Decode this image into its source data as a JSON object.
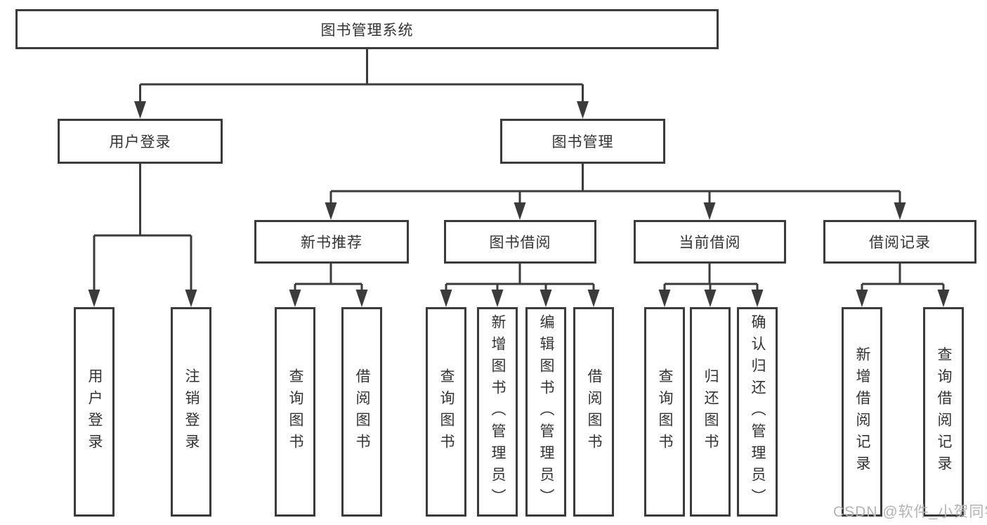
{
  "colors": {
    "line": "#3b3b3b",
    "text": "#333333",
    "watermark": "#b3b3b3",
    "background": "#ffffff"
  },
  "tree": {
    "label": "图书管理系统",
    "children": [
      {
        "label": "用户登录",
        "children": [
          {
            "label": "用户登录"
          },
          {
            "label": "注销登录"
          }
        ]
      },
      {
        "label": "图书管理",
        "children": [
          {
            "label": "新书推荐",
            "children": [
              {
                "label": "查询图书"
              },
              {
                "label": "借阅图书"
              }
            ]
          },
          {
            "label": "图书借阅",
            "children": [
              {
                "label": "查询图书"
              },
              {
                "label": "新增图书（管理员）"
              },
              {
                "label": "编辑图书（管理员）"
              },
              {
                "label": "借阅图书"
              }
            ]
          },
          {
            "label": "当前借阅",
            "children": [
              {
                "label": "查询图书"
              },
              {
                "label": "归还图书"
              },
              {
                "label": "确认归还（管理员）"
              }
            ]
          },
          {
            "label": "借阅记录",
            "children": [
              {
                "label": "新增借阅记录"
              },
              {
                "label": "查询借阅记录"
              }
            ]
          }
        ]
      }
    ]
  },
  "watermark": {
    "text": "CSDN @软件_小贺同学"
  }
}
